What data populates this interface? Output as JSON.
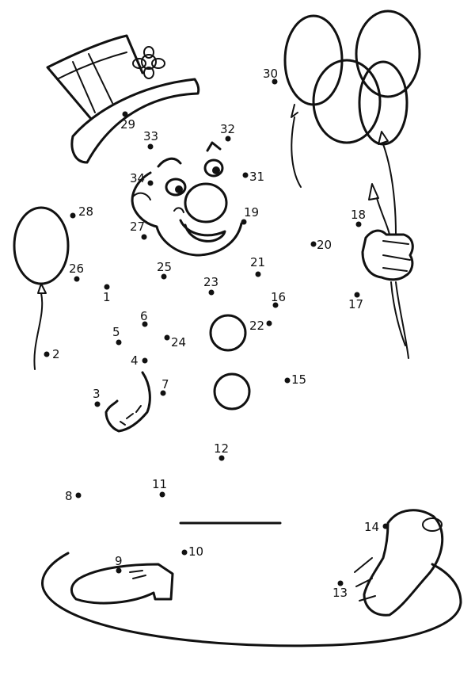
{
  "points": [
    {
      "label": "1"
    },
    {
      "label": "2"
    },
    {
      "label": "3"
    },
    {
      "label": "4"
    },
    {
      "label": "5"
    },
    {
      "label": "6"
    },
    {
      "label": "7"
    },
    {
      "label": "8"
    },
    {
      "label": "9"
    },
    {
      "label": "10"
    },
    {
      "label": "11"
    },
    {
      "label": "12"
    },
    {
      "label": "13"
    },
    {
      "label": "14"
    },
    {
      "label": "15"
    },
    {
      "label": "16"
    },
    {
      "label": "17"
    },
    {
      "label": "18"
    },
    {
      "label": "19"
    },
    {
      "label": "20"
    },
    {
      "label": "21"
    },
    {
      "label": "22"
    },
    {
      "label": "23"
    },
    {
      "label": "24"
    },
    {
      "label": "25"
    },
    {
      "label": "26"
    },
    {
      "label": "27"
    },
    {
      "label": "28"
    },
    {
      "label": "29"
    },
    {
      "label": "30"
    },
    {
      "label": "31"
    },
    {
      "label": "32"
    },
    {
      "label": "33"
    },
    {
      "label": "34"
    }
  ]
}
